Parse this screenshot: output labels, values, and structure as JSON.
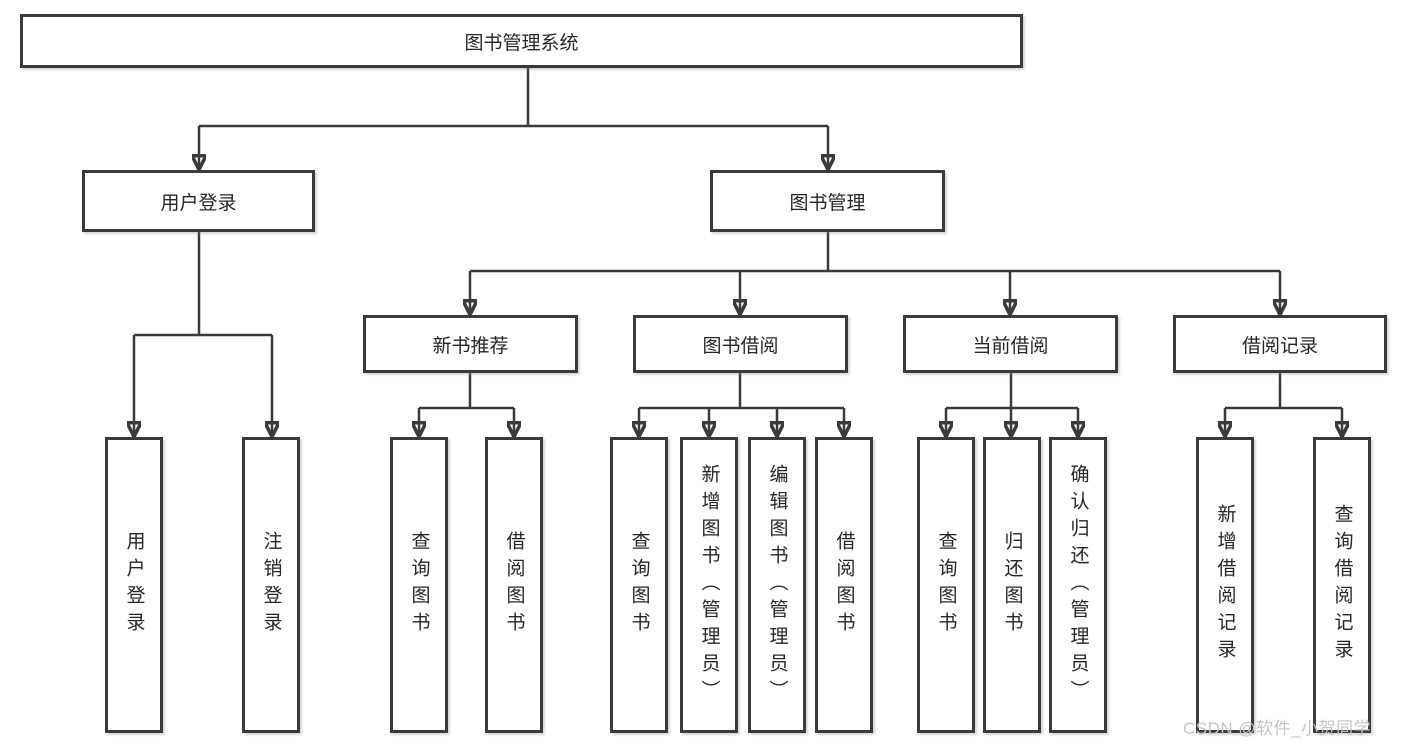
{
  "colors": {
    "line": "#3a3a3a",
    "border": "#3a3a3a",
    "text": "#262626",
    "background": "#ffffff",
    "watermark": "#c6c6c6"
  },
  "tree": {
    "label": "图书管理系统",
    "children": [
      {
        "label": "用户登录",
        "children": [
          {
            "label": "用户登录"
          },
          {
            "label": "注销登录"
          }
        ]
      },
      {
        "label": "图书管理",
        "children": [
          {
            "label": "新书推荐",
            "children": [
              {
                "label": "查询图书"
              },
              {
                "label": "借阅图书"
              }
            ]
          },
          {
            "label": "图书借阅",
            "children": [
              {
                "label": "查询图书"
              },
              {
                "label": "新增图书（管理员）"
              },
              {
                "label": "编辑图书（管理员）"
              },
              {
                "label": "借阅图书"
              }
            ]
          },
          {
            "label": "当前借阅",
            "children": [
              {
                "label": "查询图书"
              },
              {
                "label": "归还图书"
              },
              {
                "label": "确认归还（管理员）"
              }
            ]
          },
          {
            "label": "借阅记录",
            "children": [
              {
                "label": "新增借阅记录"
              },
              {
                "label": "查询借阅记录"
              }
            ]
          }
        ]
      }
    ]
  },
  "watermark": {
    "text": "CSDN @软件_小贺同学"
  }
}
